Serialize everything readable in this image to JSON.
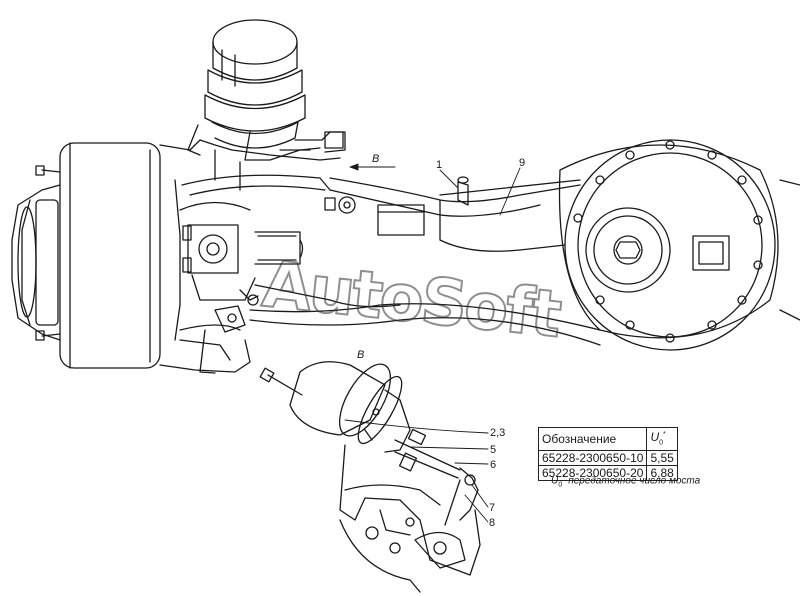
{
  "view_label": "B",
  "view_arrow_label": "B",
  "watermark": "AutoSoft",
  "callouts": {
    "c1": "1",
    "c9": "9",
    "c23": "2,3",
    "c5": "5",
    "c6": "6",
    "c7": "7",
    "c8": "8"
  },
  "table": {
    "header_designation": "Обозначение",
    "header_ratio": "U",
    "rows": [
      {
        "designation": "65228-2300650-10",
        "ratio": "5,55"
      },
      {
        "designation": "65228-2300650-20",
        "ratio": "6,88"
      }
    ]
  },
  "note": {
    "symbol": "U",
    "text": "-передаточное число моста"
  }
}
